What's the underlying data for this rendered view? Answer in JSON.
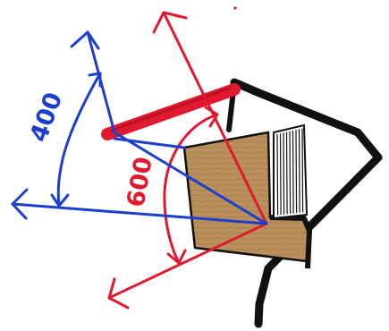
{
  "diagram": {
    "labels": {
      "blue_angle": "400",
      "red_angle": "600"
    },
    "colors": {
      "blue": "#1d3fcf",
      "red": "#e0192f",
      "black": "#111111",
      "box_fill": "#b98f5c",
      "paper": "#ffffff"
    },
    "icons": {
      "arrowhead": "v-arrowhead",
      "hatching": "vertical-hatching"
    }
  }
}
